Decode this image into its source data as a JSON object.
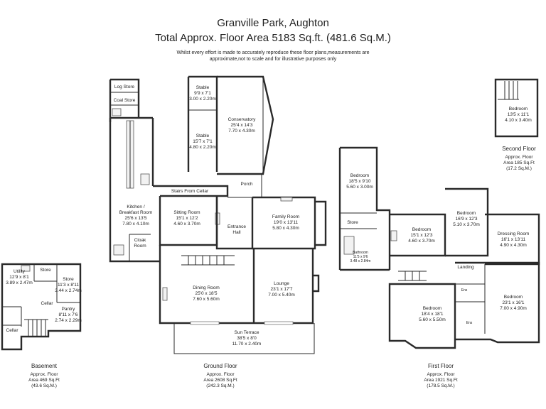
{
  "header": {
    "title": "Granville Park, Aughton",
    "total_area": "Total Approx. Floor Area 5183 Sq.ft. (481.6 Sq.M.)",
    "disclaimer_1": "Whilst every effort is made to accurately reproduce these floor plans,measurements are",
    "disclaimer_2": "approximate,not to scale and for illustrative purposes only"
  },
  "rooms": {
    "log_store": {
      "name": "Log Store"
    },
    "coal_store": {
      "name": "Coal Store"
    },
    "stable_1": {
      "name": "Stable",
      "imperial": "9'9 x 7'1",
      "metric": "3.00 x 2.20m"
    },
    "stable_2": {
      "name": "Stable",
      "imperial": "15'7 x 7'1",
      "metric": "4.80 x 2.20m"
    },
    "conservatory": {
      "name": "Conservatory",
      "imperial": "25'4 x 14'3",
      "metric": "7.70 x 4.30m"
    },
    "stairs_cellar": {
      "name": "Stairs From Cellar"
    },
    "porch": {
      "name": "Porch"
    },
    "kitchen": {
      "name": "Kitchen /",
      "name2": "Breakfast Room",
      "imperial": "25'6 x 13'5",
      "metric": "7.80 x 4.10m"
    },
    "sitting_room": {
      "name": "Sitting Room",
      "imperial": "15'1 x 12'2",
      "metric": "4.60 x 3.70m"
    },
    "entrance_hall": {
      "name": "Entrance",
      "name2": "Hall"
    },
    "family_room": {
      "name": "Family Room",
      "imperial": "19'0 x 13'11",
      "metric": "5.80 x 4.30m"
    },
    "cloak_room": {
      "name": "Cloak",
      "name2": "Room"
    },
    "dining_room": {
      "name": "Dining Room",
      "imperial": "25'0 x 18'5",
      "metric": "7.60 x 5.60m"
    },
    "lounge": {
      "name": "Lounge",
      "imperial": "23'1 x 17'7",
      "metric": "7.00 x 5.40m"
    },
    "sun_terrace": {
      "name": "Sun Terrace",
      "imperial": "38'5 x 8'0",
      "metric": "11.70 x 2.40m"
    },
    "utility": {
      "name": "Utility",
      "imperial": "12'9 x 8'1",
      "metric": "3.89 x 2.47m"
    },
    "store_b1": {
      "name": "Store"
    },
    "store_b2": {
      "name": "Store",
      "imperial": "11'3 x 8'11",
      "metric": "3.44 x 2.74m"
    },
    "cellar_1": {
      "name": "Cellar"
    },
    "pantry": {
      "name": "Pantry",
      "imperial": "8'11 x 7'6",
      "metric": "2.74 x 2.29m"
    },
    "cellar_2": {
      "name": "Cellar"
    },
    "bedroom_1f_a": {
      "name": "Bedroom",
      "imperial": "18'5 x 9'10",
      "metric": "5.60 x 3.00m"
    },
    "store_1f": {
      "name": "Store"
    },
    "bathroom": {
      "name": "Bathroom",
      "imperial": "11'5 x 9'6",
      "metric": "3.48 x 2.84m"
    },
    "bedroom_1f_b": {
      "name": "Bedroom",
      "imperial": "15'1 x 12'3",
      "metric": "4.60 x 3.70m"
    },
    "bedroom_1f_c": {
      "name": "Bedroom",
      "imperial": "16'9 x 12'3",
      "metric": "5.10 x 3.70m"
    },
    "dressing_room": {
      "name": "Dressing Room",
      "imperial": "16'1 x 13'11",
      "metric": "4.90 x 4.30m"
    },
    "landing": {
      "name": "Landing"
    },
    "ens_1": {
      "name": "Ens"
    },
    "ens_2": {
      "name": "Ens"
    },
    "bedroom_1f_d": {
      "name": "Bedroom",
      "imperial": "18'4 x 18'1",
      "metric": "5.60 x 5.50m"
    },
    "bedroom_1f_e": {
      "name": "Bedroom",
      "imperial": "23'1 x 16'1",
      "metric": "7.00 x 4.90m"
    },
    "bedroom_2f": {
      "name": "Bedroom",
      "imperial": "13'5 x 11'1",
      "metric": "4.10 x 3.40m"
    }
  },
  "floors": {
    "basement": {
      "name": "Basement",
      "l1": "Approx. Floor",
      "l2": "Area 469 Sq.Ft",
      "l3": "(43.6 Sq.M.)"
    },
    "ground": {
      "name": "Ground Floor",
      "l1": "Approx. Floor",
      "l2": "Area 2608 Sq.Ft",
      "l3": "(242.3 Sq.M.)"
    },
    "first": {
      "name": "First Floor",
      "l1": "Approx. Floor",
      "l2": "Area 1921 Sq.Ft",
      "l3": "(178.5 Sq.M.)"
    },
    "second": {
      "name": "Second Floor",
      "l1": "Approx. Floor",
      "l2": "Area 185 Sq.Ft",
      "l3": "(17.2 Sq.M.)"
    }
  }
}
